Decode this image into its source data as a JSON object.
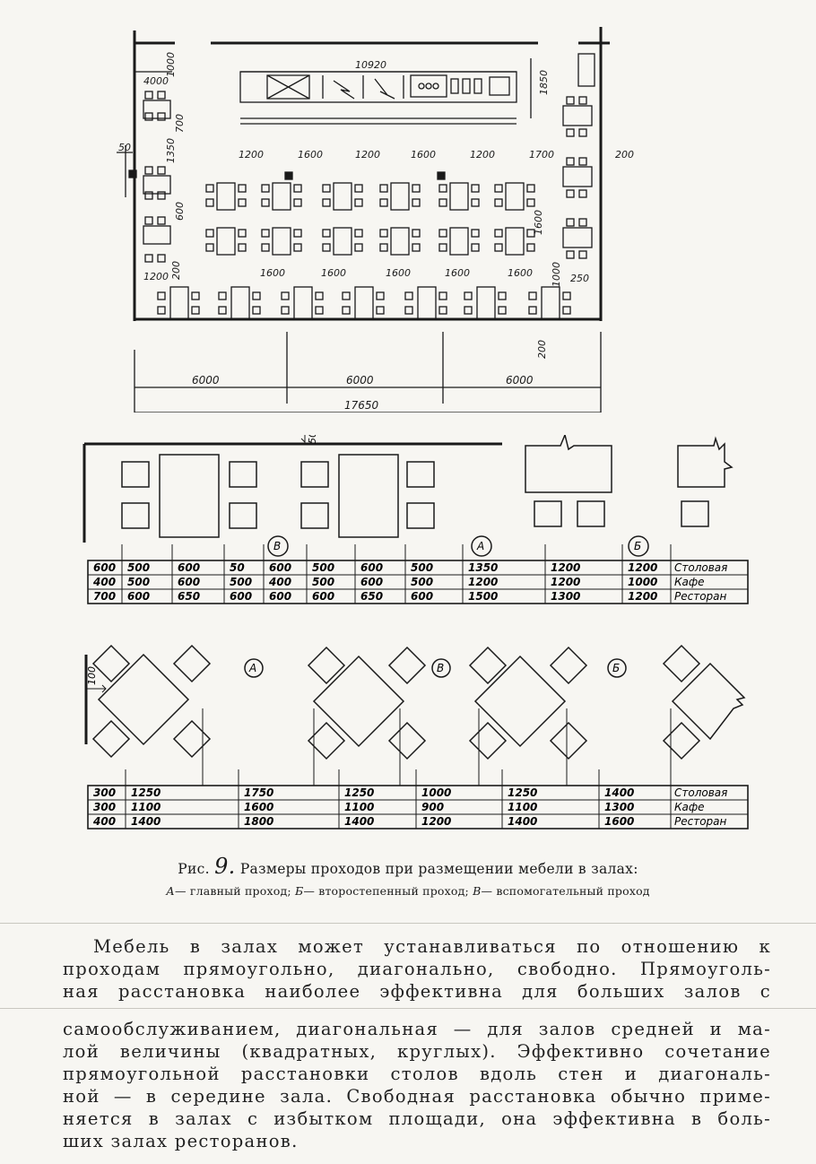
{
  "plan": {
    "top_dims": [
      "4000",
      "1000",
      "10920",
      "1850"
    ],
    "left_dims": [
      "700",
      "50",
      "1350",
      "600",
      "1200",
      "200"
    ],
    "table_row_dims": [
      "1200",
      "1600",
      "1200",
      "1600",
      "1200",
      "1700"
    ],
    "right_dims": [
      "200",
      "1600",
      "1000",
      "250",
      "200"
    ],
    "bottom_row_dims": [
      "1600",
      "1600",
      "1600",
      "1600",
      "1600"
    ],
    "bays": [
      "6000",
      "6000",
      "6000"
    ],
    "total": "17650"
  },
  "rect": {
    "dim_50": "50",
    "markers": [
      "В",
      "А",
      "Б"
    ],
    "table": [
      {
        "cells": [
          "600",
          "500",
          "600",
          "50",
          "600",
          "500",
          "600",
          "500",
          "1350",
          "1200",
          "1200"
        ],
        "label": "Столовая"
      },
      {
        "cells": [
          "400",
          "500",
          "600",
          "500",
          "400",
          "500",
          "600",
          "500",
          "1200",
          "1200",
          "1000"
        ],
        "label": "Кафе"
      },
      {
        "cells": [
          "700",
          "600",
          "650",
          "600",
          "600",
          "600",
          "650",
          "600",
          "1500",
          "1300",
          "1200"
        ],
        "label": "Ресторан"
      }
    ]
  },
  "diag": {
    "dim_100": "100",
    "markers": [
      "А",
      "В",
      "Б"
    ],
    "table": [
      {
        "cells": [
          "300",
          "1250",
          "1750",
          "1250",
          "1000",
          "1250",
          "1400"
        ],
        "label": "Столовая"
      },
      {
        "cells": [
          "300",
          "1100",
          "1600",
          "1100",
          "900",
          "1100",
          "1300"
        ],
        "label": "Кафе"
      },
      {
        "cells": [
          "400",
          "1400",
          "1800",
          "1400",
          "1200",
          "1400",
          "1600"
        ],
        "label": "Ресторан"
      }
    ]
  },
  "caption": {
    "prefix": "Рис.",
    "number": "9.",
    "title": "Размеры проходов при размещении мебели в залах:",
    "legend_a_key": "А",
    "legend_a": "— главный проход;",
    "legend_b_key": "Б",
    "legend_b": "— второстепенный проход;",
    "legend_v_key": "В",
    "legend_v": "— вспомогательный проход"
  },
  "paragraph": {
    "lines_1": [
      "Мебель в залах может устанавливаться по отношению к",
      "проходам прямоугольно, диагонально, свободно. Прямоуголь-",
      "ная расстановка наиболее эффективна для больших залов с"
    ],
    "lines_2": [
      "самообслуживанием, диагональная — для залов средней и ма-",
      "лой величины (квадратных, круглых). Эффективно сочетание",
      "прямоугольной расстановки столов вдоль стен и диагональ-",
      "ной — в середине зала. Свободная расстановка обычно приме-",
      "няется в залах с избытком площади, она эффективна в боль-",
      "ших залах ресторанов."
    ]
  }
}
